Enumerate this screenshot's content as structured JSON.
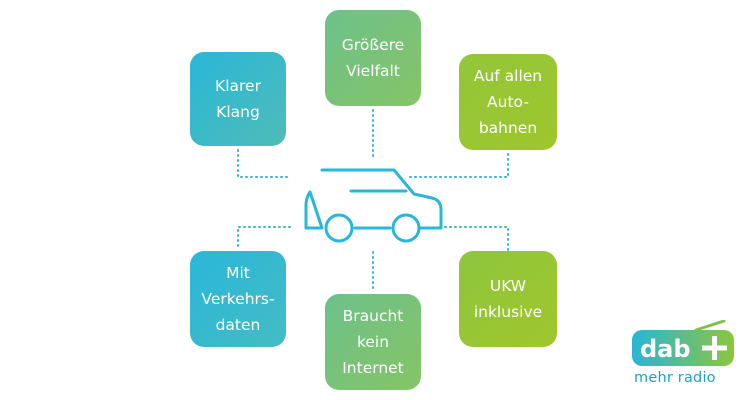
{
  "tiles": {
    "klarer_klang": "Klarer\nKlang",
    "groessere_vielfalt": "Größere\nVielfalt",
    "auf_allen_autobahnen": "Auf allen\nAuto-\nbahnen",
    "mit_verkehrsdaten": "Mit\nVerkehrs-\ndaten",
    "braucht_kein_internet": "Braucht\nkein\nInternet",
    "ukw_inklusive": "UKW\ninklusive"
  },
  "logo": {
    "wordmark": "dab",
    "tagline": "mehr radio"
  },
  "colors": {
    "teal": "#29b7d9",
    "green_mid": "#7cc37a",
    "lime": "#9bc632",
    "connector": "#3ab4d6"
  }
}
